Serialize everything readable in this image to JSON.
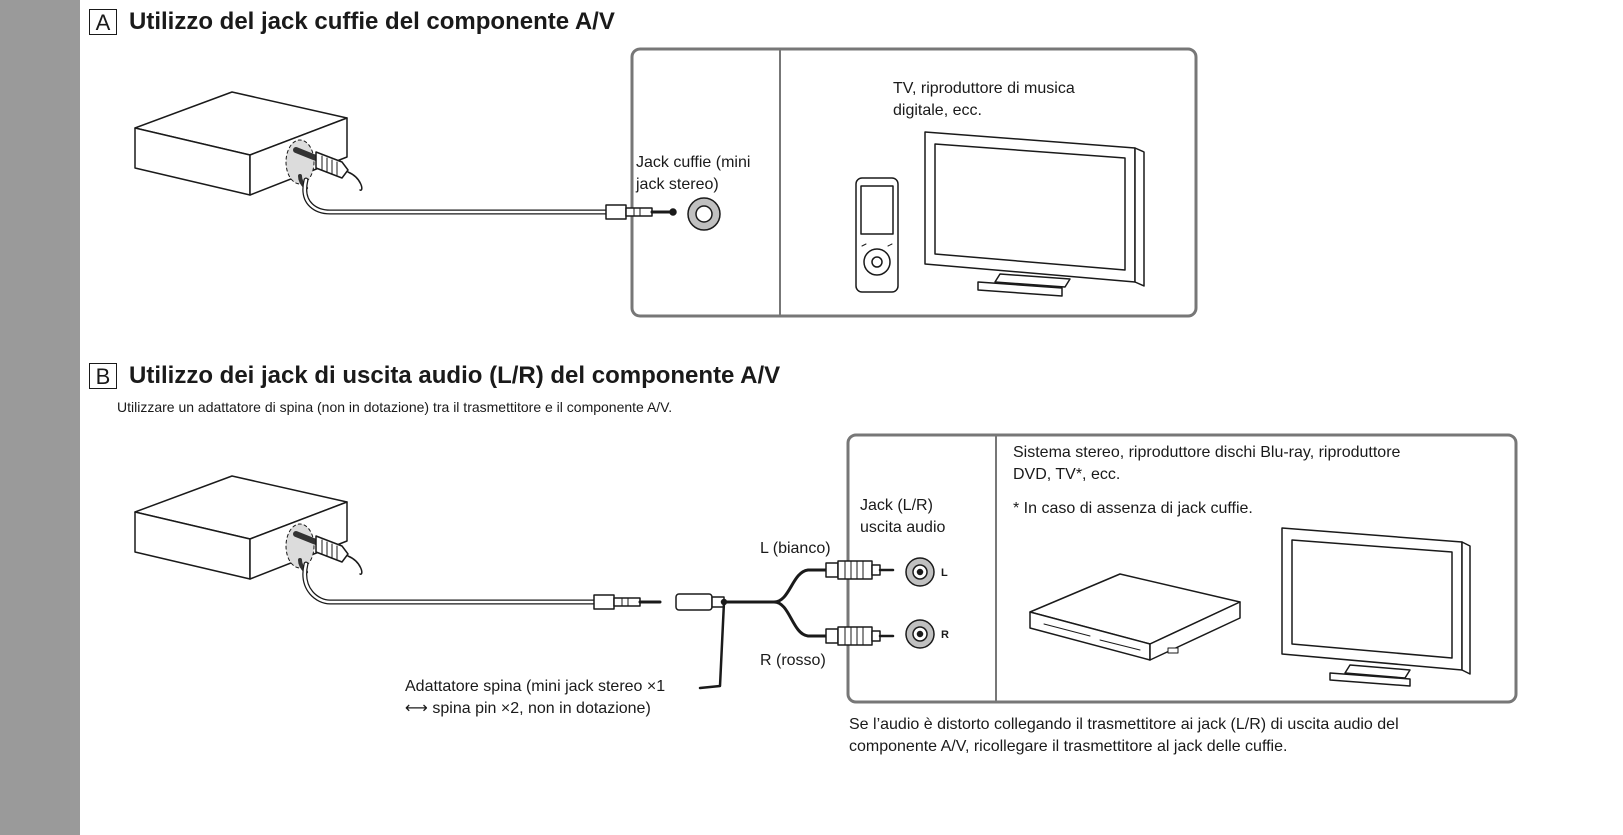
{
  "section_a": {
    "letter": "A",
    "title": "Utilizzo del jack cuffie del componente A/V",
    "jack_label": "Jack cuffie (mini\njack stereo)",
    "devices_label": "TV, riproduttore di musica\ndigitale, ecc."
  },
  "section_b": {
    "letter": "B",
    "title": "Utilizzo dei jack di uscita audio (L/R) del componente A/V",
    "subtitle": "Utilizzare un adattatore di spina (non in dotazione) tra il trasmettitore e il componente A/V.",
    "jack_label": "Jack (L/R)\nuscita audio",
    "left_label": "L (bianco)",
    "right_label": "R (rosso)",
    "l_marker": "L",
    "r_marker": "R",
    "adapter_label": "Adattatore spina (mini jack stereo ×1\n⟷ spina pin ×2, non in dotazione)",
    "devices_label": "Sistema stereo, riproduttore dischi Blu-ray, riproduttore\nDVD, TV*, ecc.",
    "footnote": "*  In caso di assenza di jack cuffie.",
    "note": "Se l’audio è distorto collegando il trasmettitore ai jack (L/R) di uscita audio del\ncomponente A/V, ricollegare il trasmettitore al jack delle cuffie."
  }
}
